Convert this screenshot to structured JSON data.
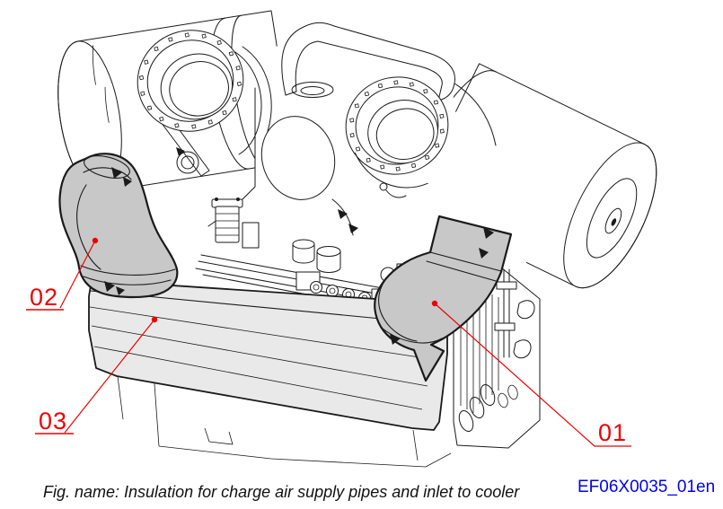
{
  "figure": {
    "caption": "Fig. name: Insulation for charge air supply pipes and inlet to cooler",
    "doc_code": "EF06X0035_01en"
  },
  "callouts": [
    {
      "label": "01"
    },
    {
      "label": "02"
    },
    {
      "label": "03"
    }
  ],
  "colors": {
    "callout_red": "#ee0000",
    "code_blue": "#0000ee",
    "caption_black": "#111111",
    "line_dark": "#1a1a1a",
    "pipe_gray": "#c8c8c8",
    "cooler_gray": "#e9e9e9",
    "background": "#ffffff"
  }
}
